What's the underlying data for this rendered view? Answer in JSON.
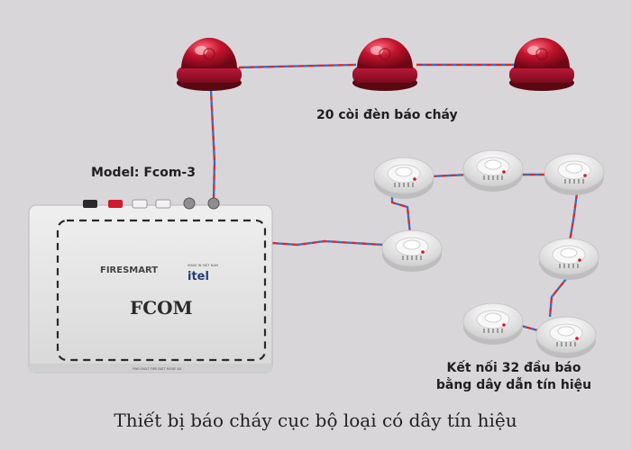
{
  "labels": {
    "model": "Model:  Fcom-3",
    "sirens": "20 còi đèn báo cháy",
    "detectors_line1": "Kết nối 32 đầu báo",
    "detectors_line2": "bằng dây dẫn tín hiệu"
  },
  "caption": "Thiết bị báo cháy cục bộ loại có dây tín hiệu",
  "panel": {
    "brand": "FIRESMART",
    "made_in": "MADE IN VIỆT NAM",
    "maker": "itel",
    "name": "FCOM",
    "bottom_labels": "PWR   FAULT   FIRE   BATT   MODE   AD"
  },
  "colors": {
    "background": "#d9d6d9",
    "wire_red": "#d62b2b",
    "wire_blue": "#2f6fd1",
    "siren_red": "#b5122a",
    "detector_white": "#f2f2f2",
    "panel_grey": "#e6e6e6"
  },
  "sirens": [
    {
      "id": "siren-1"
    },
    {
      "id": "siren-2"
    },
    {
      "id": "siren-3"
    }
  ],
  "detectors": [
    {
      "id": "detector-1"
    },
    {
      "id": "detector-2"
    },
    {
      "id": "detector-3"
    },
    {
      "id": "detector-4"
    },
    {
      "id": "detector-5"
    },
    {
      "id": "detector-6"
    },
    {
      "id": "detector-7"
    }
  ]
}
